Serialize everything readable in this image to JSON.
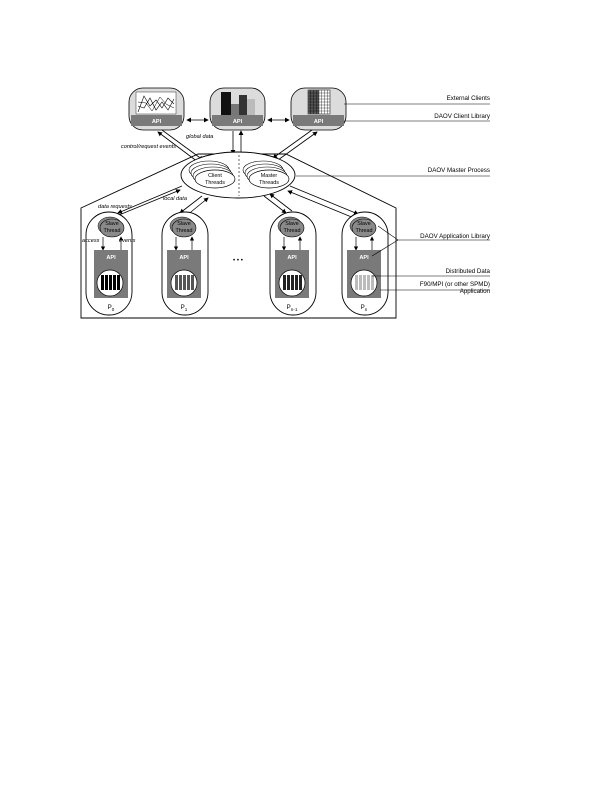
{
  "labels": {
    "external_clients": "External Clients",
    "client_library": "DAOV Client Library",
    "master_process": "DAOV Master Process",
    "application_library": "DAOV Application Library",
    "distributed_data": "Distributed Data",
    "application_line1": "F90/MPI (or other SPMD)",
    "application_line2": "Application"
  },
  "annotations": {
    "global_data": "global data",
    "control_request_events": "control/request events",
    "data_requests": "data requests",
    "local_data": "local data",
    "access": "access",
    "events": "events"
  },
  "master": {
    "client_threads_1": "Client",
    "client_threads_2": "Threads",
    "master_threads_1": "Master",
    "master_threads_2": "Threads"
  },
  "clients": [
    {
      "api": "API",
      "icon": "line-chart-icon"
    },
    {
      "api": "API",
      "icon": "bar-chart-icon"
    },
    {
      "api": "API",
      "icon": "grid-table-icon"
    }
  ],
  "processes": [
    {
      "api": "API",
      "thread_1": "Slave",
      "thread_2": "Thread",
      "p_base": "P",
      "p_sub": "0"
    },
    {
      "api": "API",
      "thread_1": "Slave",
      "thread_2": "Thread",
      "p_base": "P",
      "p_sub": "1"
    },
    {
      "api": "API",
      "thread_1": "Slave",
      "thread_2": "Thread",
      "p_base": "P",
      "p_sub": "n-1"
    },
    {
      "api": "API",
      "thread_1": "Slave",
      "thread_2": "Thread",
      "p_base": "P",
      "p_sub": "n"
    }
  ],
  "ellipsis": "• • •",
  "colors": {
    "api_box": "#7a7a7a",
    "client_bg": "#dcdcdc",
    "slave_thread": "#8a8a8a"
  }
}
